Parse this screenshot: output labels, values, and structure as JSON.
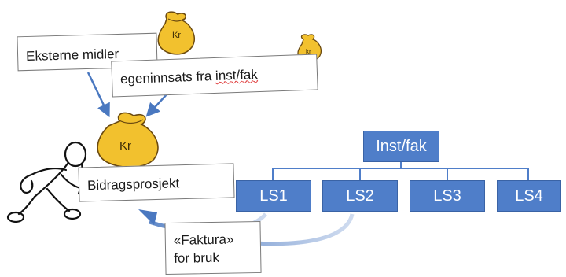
{
  "labels": {
    "eksterne": "Eksterne midler",
    "egeninnsats": "egeninnsats fra ",
    "egeninnsats_underlined": "inst/fak",
    "bidrag": "Bidragsprosjekt",
    "faktura_line1": "«Faktura»",
    "faktura_line2": "for bruk"
  },
  "money_bags": [
    {
      "name": "money-bag-large-top",
      "label": "Kr"
    },
    {
      "name": "money-bag-small",
      "label": "kr"
    },
    {
      "name": "money-bag-project",
      "label": "Kr"
    }
  ],
  "org_chart": {
    "top": "Inst/fak",
    "units": [
      "LS1",
      "LS2",
      "LS3",
      "LS4"
    ]
  },
  "colors": {
    "org_fill": "#4f7ec9",
    "arrow": "#4a78c0",
    "bag_fill": "#f2c12e",
    "bag_outline": "#6b4a10"
  }
}
